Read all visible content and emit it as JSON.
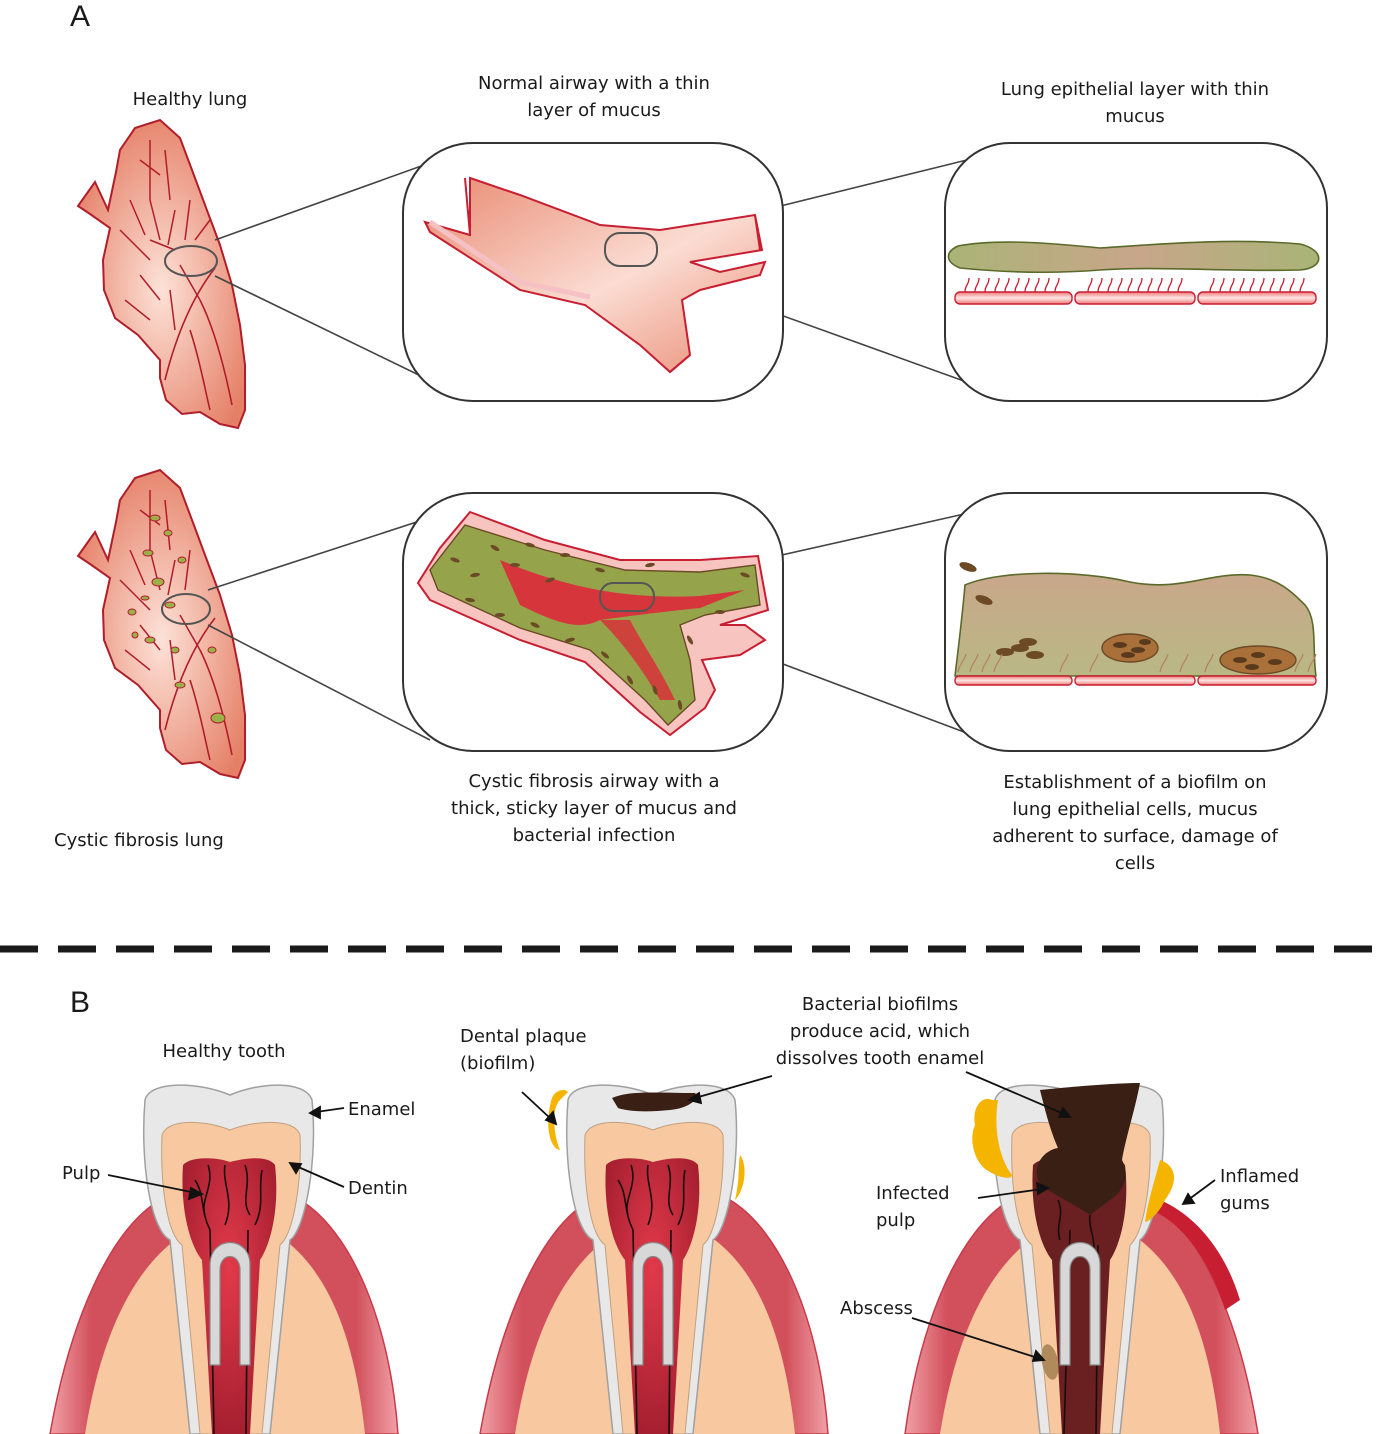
{
  "panel_a": {
    "letter": "A",
    "healthy_lung": "Healthy lung",
    "normal_airway": [
      "Normal airway with a thin",
      "layer of mucus"
    ],
    "epithelial_thin": [
      "Lung epithelial layer with thin",
      "mucus"
    ],
    "cf_lung": "Cystic fibrosis lung",
    "cf_airway": [
      "Cystic fibrosis airway with a",
      "thick, sticky layer of mucus and",
      "bacterial infection"
    ],
    "biofilm_est": [
      "Establishment of a biofilm on",
      "lung epithelial cells, mucus",
      "adherent to surface, damage of",
      "cells"
    ]
  },
  "panel_b": {
    "letter": "B",
    "healthy_tooth": "Healthy tooth",
    "enamel": "Enamel",
    "pulp": "Pulp",
    "dentin": "Dentin",
    "plaque": [
      "Dental plaque",
      "(biofilm)"
    ],
    "acid": [
      "Bacterial biofilms",
      "produce acid, which",
      "dissolves tooth enamel"
    ],
    "infected_pulp": [
      "Infected",
      "pulp"
    ],
    "inflamed_gums": [
      "Inflamed",
      "gums"
    ],
    "abscess": "Abscess"
  },
  "colors": {
    "lung_fill": "#e8836a",
    "lung_outline": "#b01e2a",
    "mucus_thin": "#b5b77a",
    "biofilm_mucus": "#c7a886",
    "bacteria": "#6b4a25",
    "enamel": "#e6e6e6",
    "dentin": "#f8c8a0",
    "pulp": "#b3283a",
    "gum": "#c8505a",
    "plaque": "#f5b400",
    "decay": "#3a1f14"
  }
}
